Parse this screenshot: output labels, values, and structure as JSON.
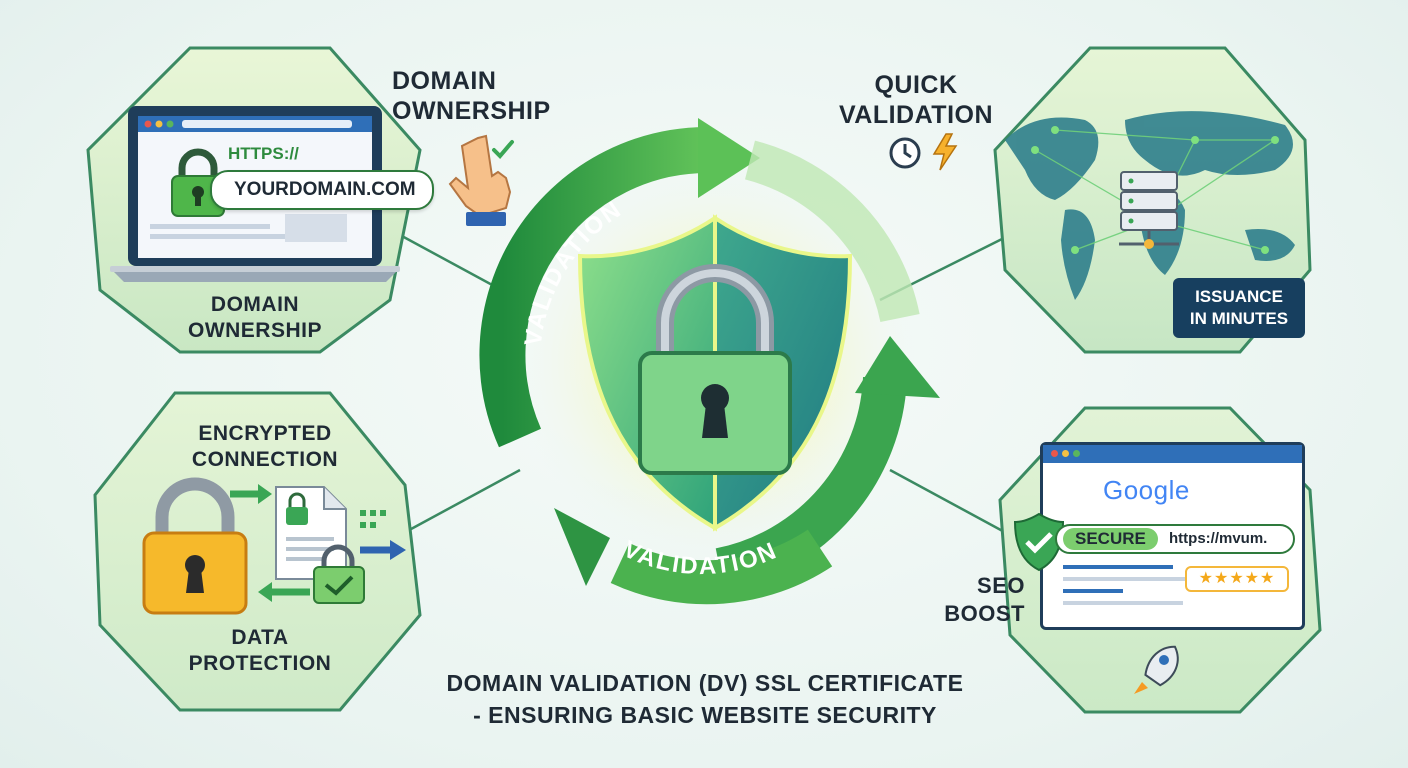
{
  "panels": {
    "top_left": {
      "url_scheme": "HTTPS://",
      "url_domain": "YOURDOMAIN.COM",
      "caption_line1": "DOMAIN",
      "caption_line2": "OWNERSHIP"
    },
    "top_center_left": {
      "title_line1": "DOMAIN",
      "title_line2": "OWNERSHIP"
    },
    "top_right": {
      "title_line1": "QUICK",
      "title_line2": "VALIDATION",
      "badge_line1": "ISSUANCE",
      "badge_line2": "IN MINUTES"
    },
    "bottom_left": {
      "title_line1": "ENCRYPTED",
      "title_line2": "CONNECTION",
      "caption_line1": "DATA",
      "caption_line2": "PROTECTION"
    },
    "bottom_right": {
      "search_brand": "Google",
      "secure_label": "SECURE",
      "secure_url": "https://mvum.",
      "stars": 5,
      "caption_line1": "SEO",
      "caption_line2": "BOOST"
    }
  },
  "center": {
    "arc_label_top": "VALIDATION",
    "arc_label_bottom": "VALIDATION"
  },
  "footer": {
    "line1": "DOMAIN VALIDATION (DV) SSL CERTIFICATE",
    "line2": "- ENSURING BASIC WEBSITE SECURITY"
  },
  "colors": {
    "accent_green": "#3aa655",
    "dark_green": "#1e7a3c",
    "panel_fill": "#d9efc8",
    "navy": "#1f3d5a",
    "lock_yellow": "#f6b92b"
  }
}
